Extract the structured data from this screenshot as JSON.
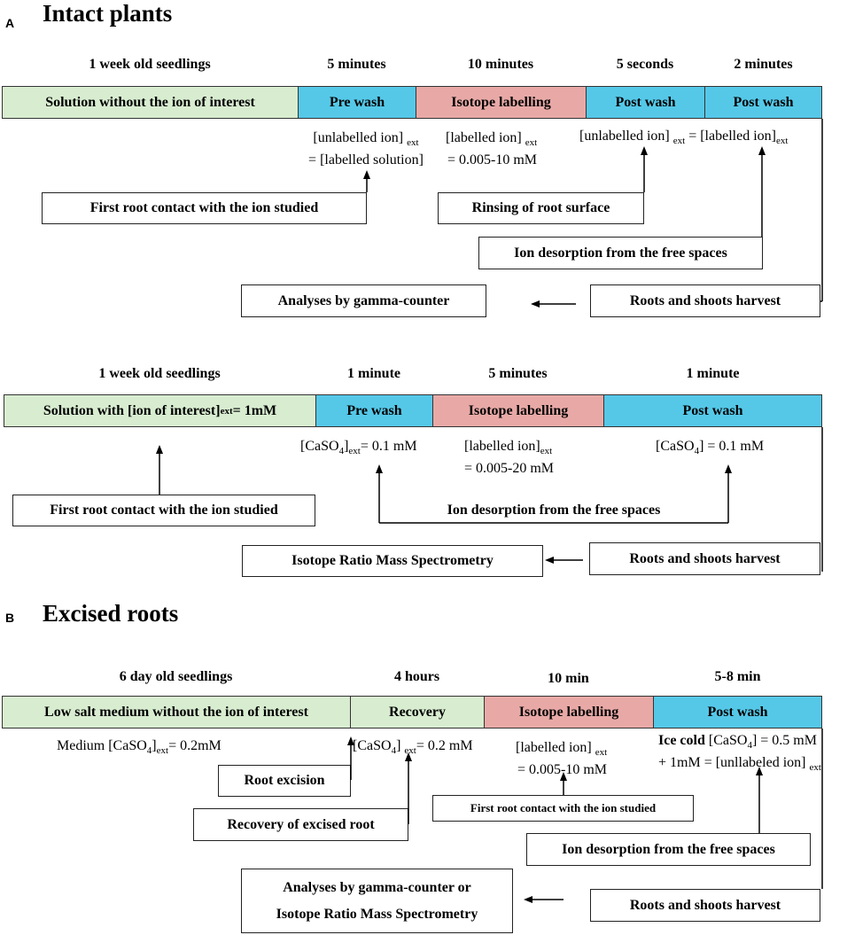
{
  "panel_a": {
    "letter": "A",
    "title": "Intact plants",
    "timeline1": {
      "durations": [
        "1 week old seedlings",
        "5 minutes",
        "10 minutes",
        "5 seconds",
        "2 minutes"
      ],
      "segments": [
        "Solution without the ion of interest",
        "Pre wash",
        "Isotope labelling",
        "Post wash",
        "Post wash"
      ],
      "cond_pre_1": "[unlabelled ion]",
      "cond_pre_1_sub": "ext",
      "cond_pre_2": "= [labelled solution]",
      "cond_label_1": "[labelled ion]",
      "cond_label_1_sub": "ext",
      "cond_label_2": "= 0.005-10 mM",
      "cond_post_a": "[unlabelled ion]",
      "cond_post_sub": "ext",
      "cond_post_b": "= [labelled ion]",
      "cond_post_sub2": "ext",
      "box_first_contact": "First root contact with the ion studied",
      "box_rinsing": "Rinsing of root surface",
      "box_desorption": "Ion desorption from the free spaces",
      "box_analyses": "Analyses by gamma-counter",
      "box_harvest": "Roots and shoots harvest"
    },
    "timeline2": {
      "durations": [
        "1 week old seedlings",
        "1 minute",
        "5 minutes",
        "1 minute"
      ],
      "segments": [
        "Solution with [ion of interest]",
        "Pre wash",
        "Isotope labelling",
        "Post wash"
      ],
      "seg1_sub": "ext",
      "seg1_tail": " = 1mM",
      "cond_pre_a": "[CaSO",
      "cond_pre_sub4": "4",
      "cond_pre_b": "]",
      "cond_pre_sub": "ext",
      "cond_pre_c": "= 0.1 mM",
      "cond_label_1": "[labelled ion]",
      "cond_label_sub": "ext",
      "cond_label_2": "= 0.005-20 mM",
      "cond_post_a": "[CaSO",
      "cond_post_sub4": "4",
      "cond_post_b": "] = 0.1 mM",
      "box_first_contact": "First root contact with the ion studied",
      "box_desorption": "Ion desorption from the free spaces",
      "box_irms": "Isotope Ratio Mass Spectrometry",
      "box_harvest": "Roots and shoots harvest"
    }
  },
  "panel_b": {
    "letter": "B",
    "title": "Excised roots",
    "durations": [
      "6 day old seedlings",
      "4 hours",
      "10 min",
      "5-8 min"
    ],
    "segments": [
      "Low salt medium without the ion of interest",
      "Recovery",
      "Isotope labelling",
      "Post wash"
    ],
    "cond_medium_a": "Medium [CaSO",
    "cond_medium_sub4": "4",
    "cond_medium_b": "]",
    "cond_medium_sub": "ext",
    "cond_medium_c": "= 0.2mM",
    "cond_rec_a": "[CaSO",
    "cond_rec_sub4": "4",
    "cond_rec_b": "]",
    "cond_rec_sub": "ext",
    "cond_rec_c": "= 0.2 mM",
    "cond_label_1": "[labelled ion]",
    "cond_label_sub": "ext",
    "cond_label_2": "= 0.005-10 mM",
    "cond_post_bold": "Ice cold",
    "cond_post_a": " [CaSO",
    "cond_post_sub4": "4",
    "cond_post_b": "] = 0.5 mM",
    "cond_post_2a": "+ 1mM = [unllabeled ion]",
    "cond_post_2sub": "ext",
    "box_root_excision": "Root excision",
    "box_recovery": "Recovery of excised root",
    "box_first_contact": "First root contact with the ion studied",
    "box_desorption": "Ion desorption from the free spaces",
    "box_analyses_1": "Analyses by gamma-counter or",
    "box_analyses_2": "Isotope Ratio Mass Spectrometry",
    "box_harvest": "Roots and shoots harvest"
  },
  "colors": {
    "solution_green": "#d8edd0",
    "wash_blue": "#55c8e8",
    "labelling_pink": "#e8a9a6"
  }
}
